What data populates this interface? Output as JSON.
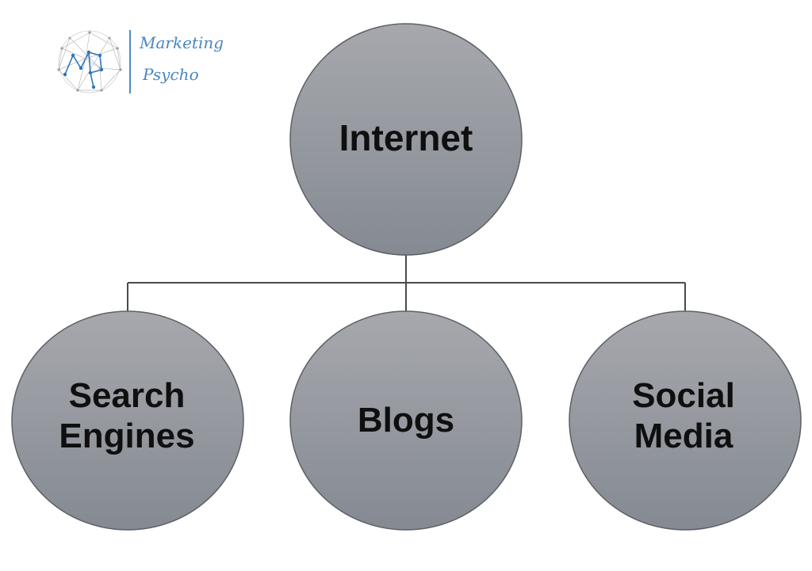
{
  "logo": {
    "line1": "Marketing",
    "line2": "Psycho",
    "color": "#4a86c0"
  },
  "diagram": {
    "root": {
      "label": "Internet"
    },
    "children": [
      {
        "label_lines": [
          "Search",
          "Engines"
        ]
      },
      {
        "label_lines": [
          "Blogs"
        ]
      },
      {
        "label_lines": [
          "Social",
          "Media"
        ]
      }
    ]
  },
  "colors": {
    "node_fill_top": "#a6a8ad",
    "node_fill_bottom": "#858a92",
    "node_stroke": "#5d6066",
    "connector": "#4a4a4a",
    "text": "#0f0f0f"
  }
}
